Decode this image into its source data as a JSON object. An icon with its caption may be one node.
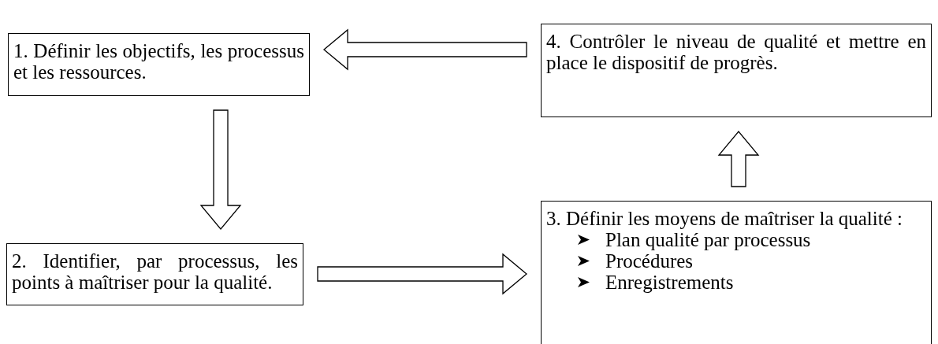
{
  "diagram": {
    "nodes": [
      {
        "text": [
          "1. Définir les objectifs, les processus et les ressources."
        ]
      },
      {
        "text": [
          "2. Identifier, par processus, les points à maîtriser pour la qualité."
        ]
      },
      {
        "text": [
          "3. Définir les moyens de maîtriser la qualité :",
          "Plan qualité par processus",
          "Procédures",
          "Enregistrements"
        ]
      },
      {
        "text": [
          "4. Contrôler le niveau de qualité et mettre en place le dispositif de progrès."
        ]
      }
    ],
    "edges": [
      {
        "from": 3,
        "to": 0,
        "arrow": "to"
      },
      {
        "from": 0,
        "to": 1,
        "arrow": "to"
      },
      {
        "from": 1,
        "to": 2,
        "arrow": "to"
      },
      {
        "from": 2,
        "to": 3,
        "arrow": "to"
      }
    ]
  }
}
